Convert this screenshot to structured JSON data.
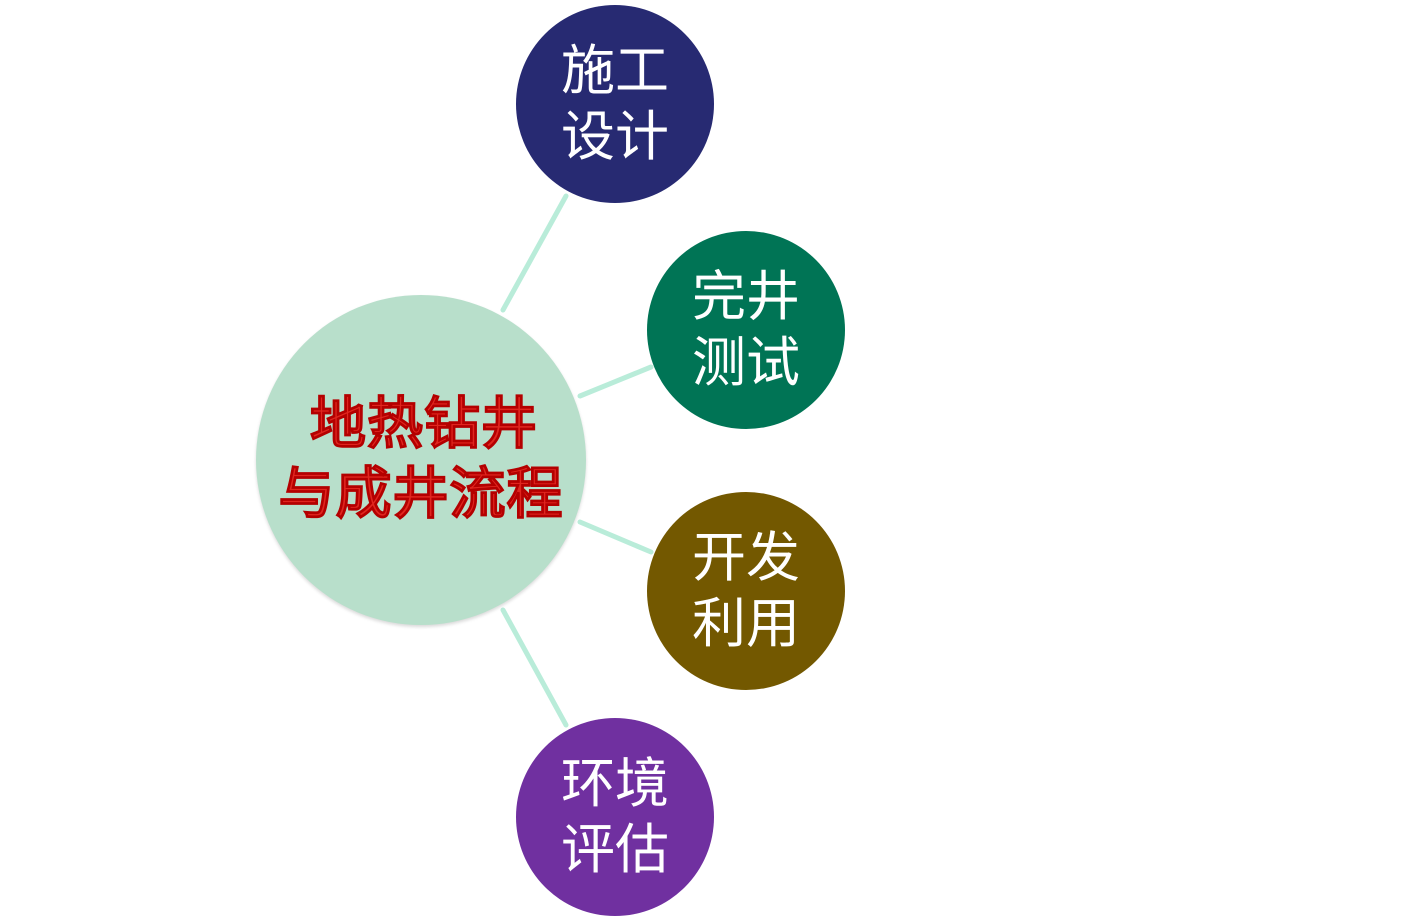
{
  "diagram": {
    "center": {
      "line1": "地热钻井",
      "line2": "与成井流程",
      "background": "#b8dfcb",
      "text_color": "#e0261f"
    },
    "nodes": [
      {
        "line1": "施工",
        "line2": "设计",
        "color": "#272a72"
      },
      {
        "line1": "完井",
        "line2": "测试",
        "color": "#007455"
      },
      {
        "line1": "开发",
        "line2": "利用",
        "color": "#735800"
      },
      {
        "line1": "环境",
        "line2": "评估",
        "color": "#7030a0"
      }
    ],
    "connector_color": "#b9ecd9"
  }
}
